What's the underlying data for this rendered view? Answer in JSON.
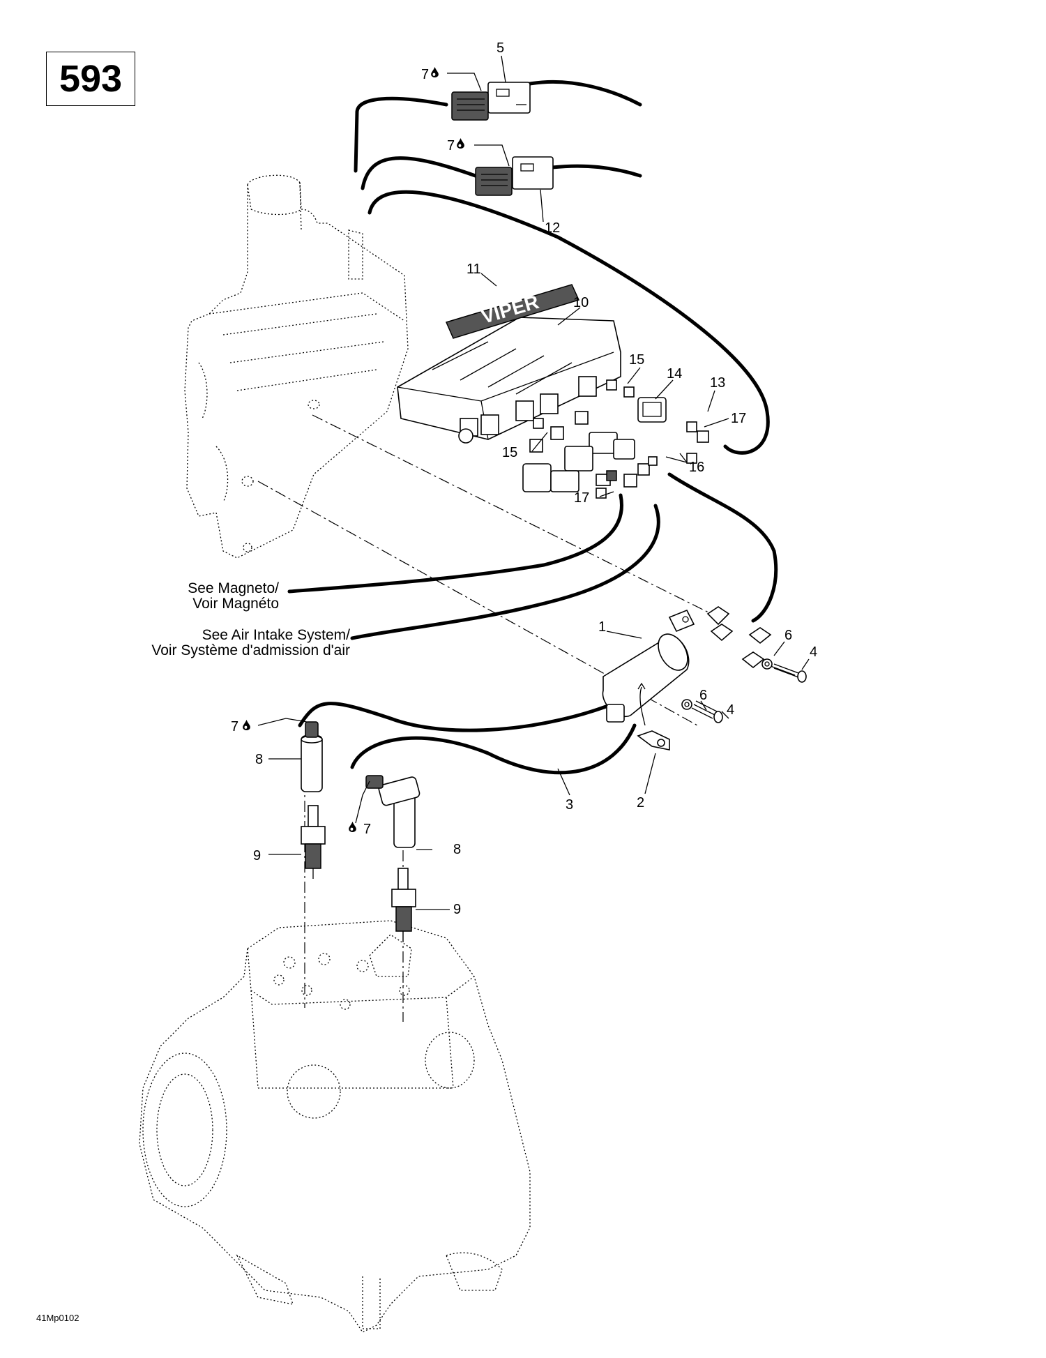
{
  "diagram_code": "593",
  "figure_ref": "41Mp0102",
  "notes": {
    "magneto_line1": "See Magneto/",
    "magneto_line2": "Voir Magnéto",
    "air_intake_line1": "See Air Intake System/",
    "air_intake_line2": "Voir Système d'admission d'air"
  },
  "callouts": {
    "c1": "1",
    "c2": "2",
    "c3": "3",
    "c4a": "4",
    "c4b": "4",
    "c5": "5",
    "c6a": "6",
    "c6b": "6",
    "c7a": "7",
    "c7b": "7",
    "c7c": "7",
    "c7d": "7",
    "c8a": "8",
    "c8b": "8",
    "c9a": "9",
    "c9b": "9",
    "c10": "10",
    "c11": "11",
    "c12": "12",
    "c13": "13",
    "c14": "14",
    "c15a": "15",
    "c15b": "15",
    "c16": "16",
    "c17a": "17",
    "c17b": "17"
  },
  "decal_text": "VIPER",
  "icons": {
    "lubricant": "drop-icon"
  }
}
